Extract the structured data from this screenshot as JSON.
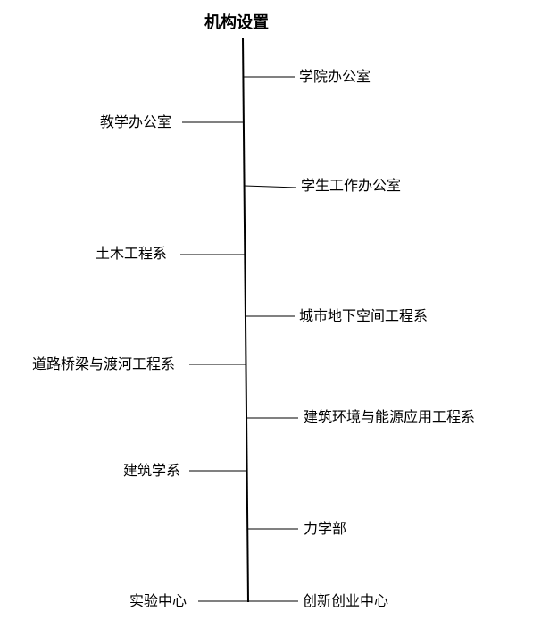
{
  "diagram": {
    "title": "机构设置",
    "right_nodes": [
      {
        "label": "学院办公室"
      },
      {
        "label": "学生工作办公室"
      },
      {
        "label": "城市地下空间工程系"
      },
      {
        "label": "建筑环境与能源应用工程系"
      },
      {
        "label": "力学部"
      },
      {
        "label": "创新创业中心"
      }
    ],
    "left_nodes": [
      {
        "label": "教学办公室"
      },
      {
        "label": "土木工程系"
      },
      {
        "label": "道路桥梁与渡河工程系"
      },
      {
        "label": "建筑学系"
      },
      {
        "label": "实验中心"
      }
    ]
  }
}
